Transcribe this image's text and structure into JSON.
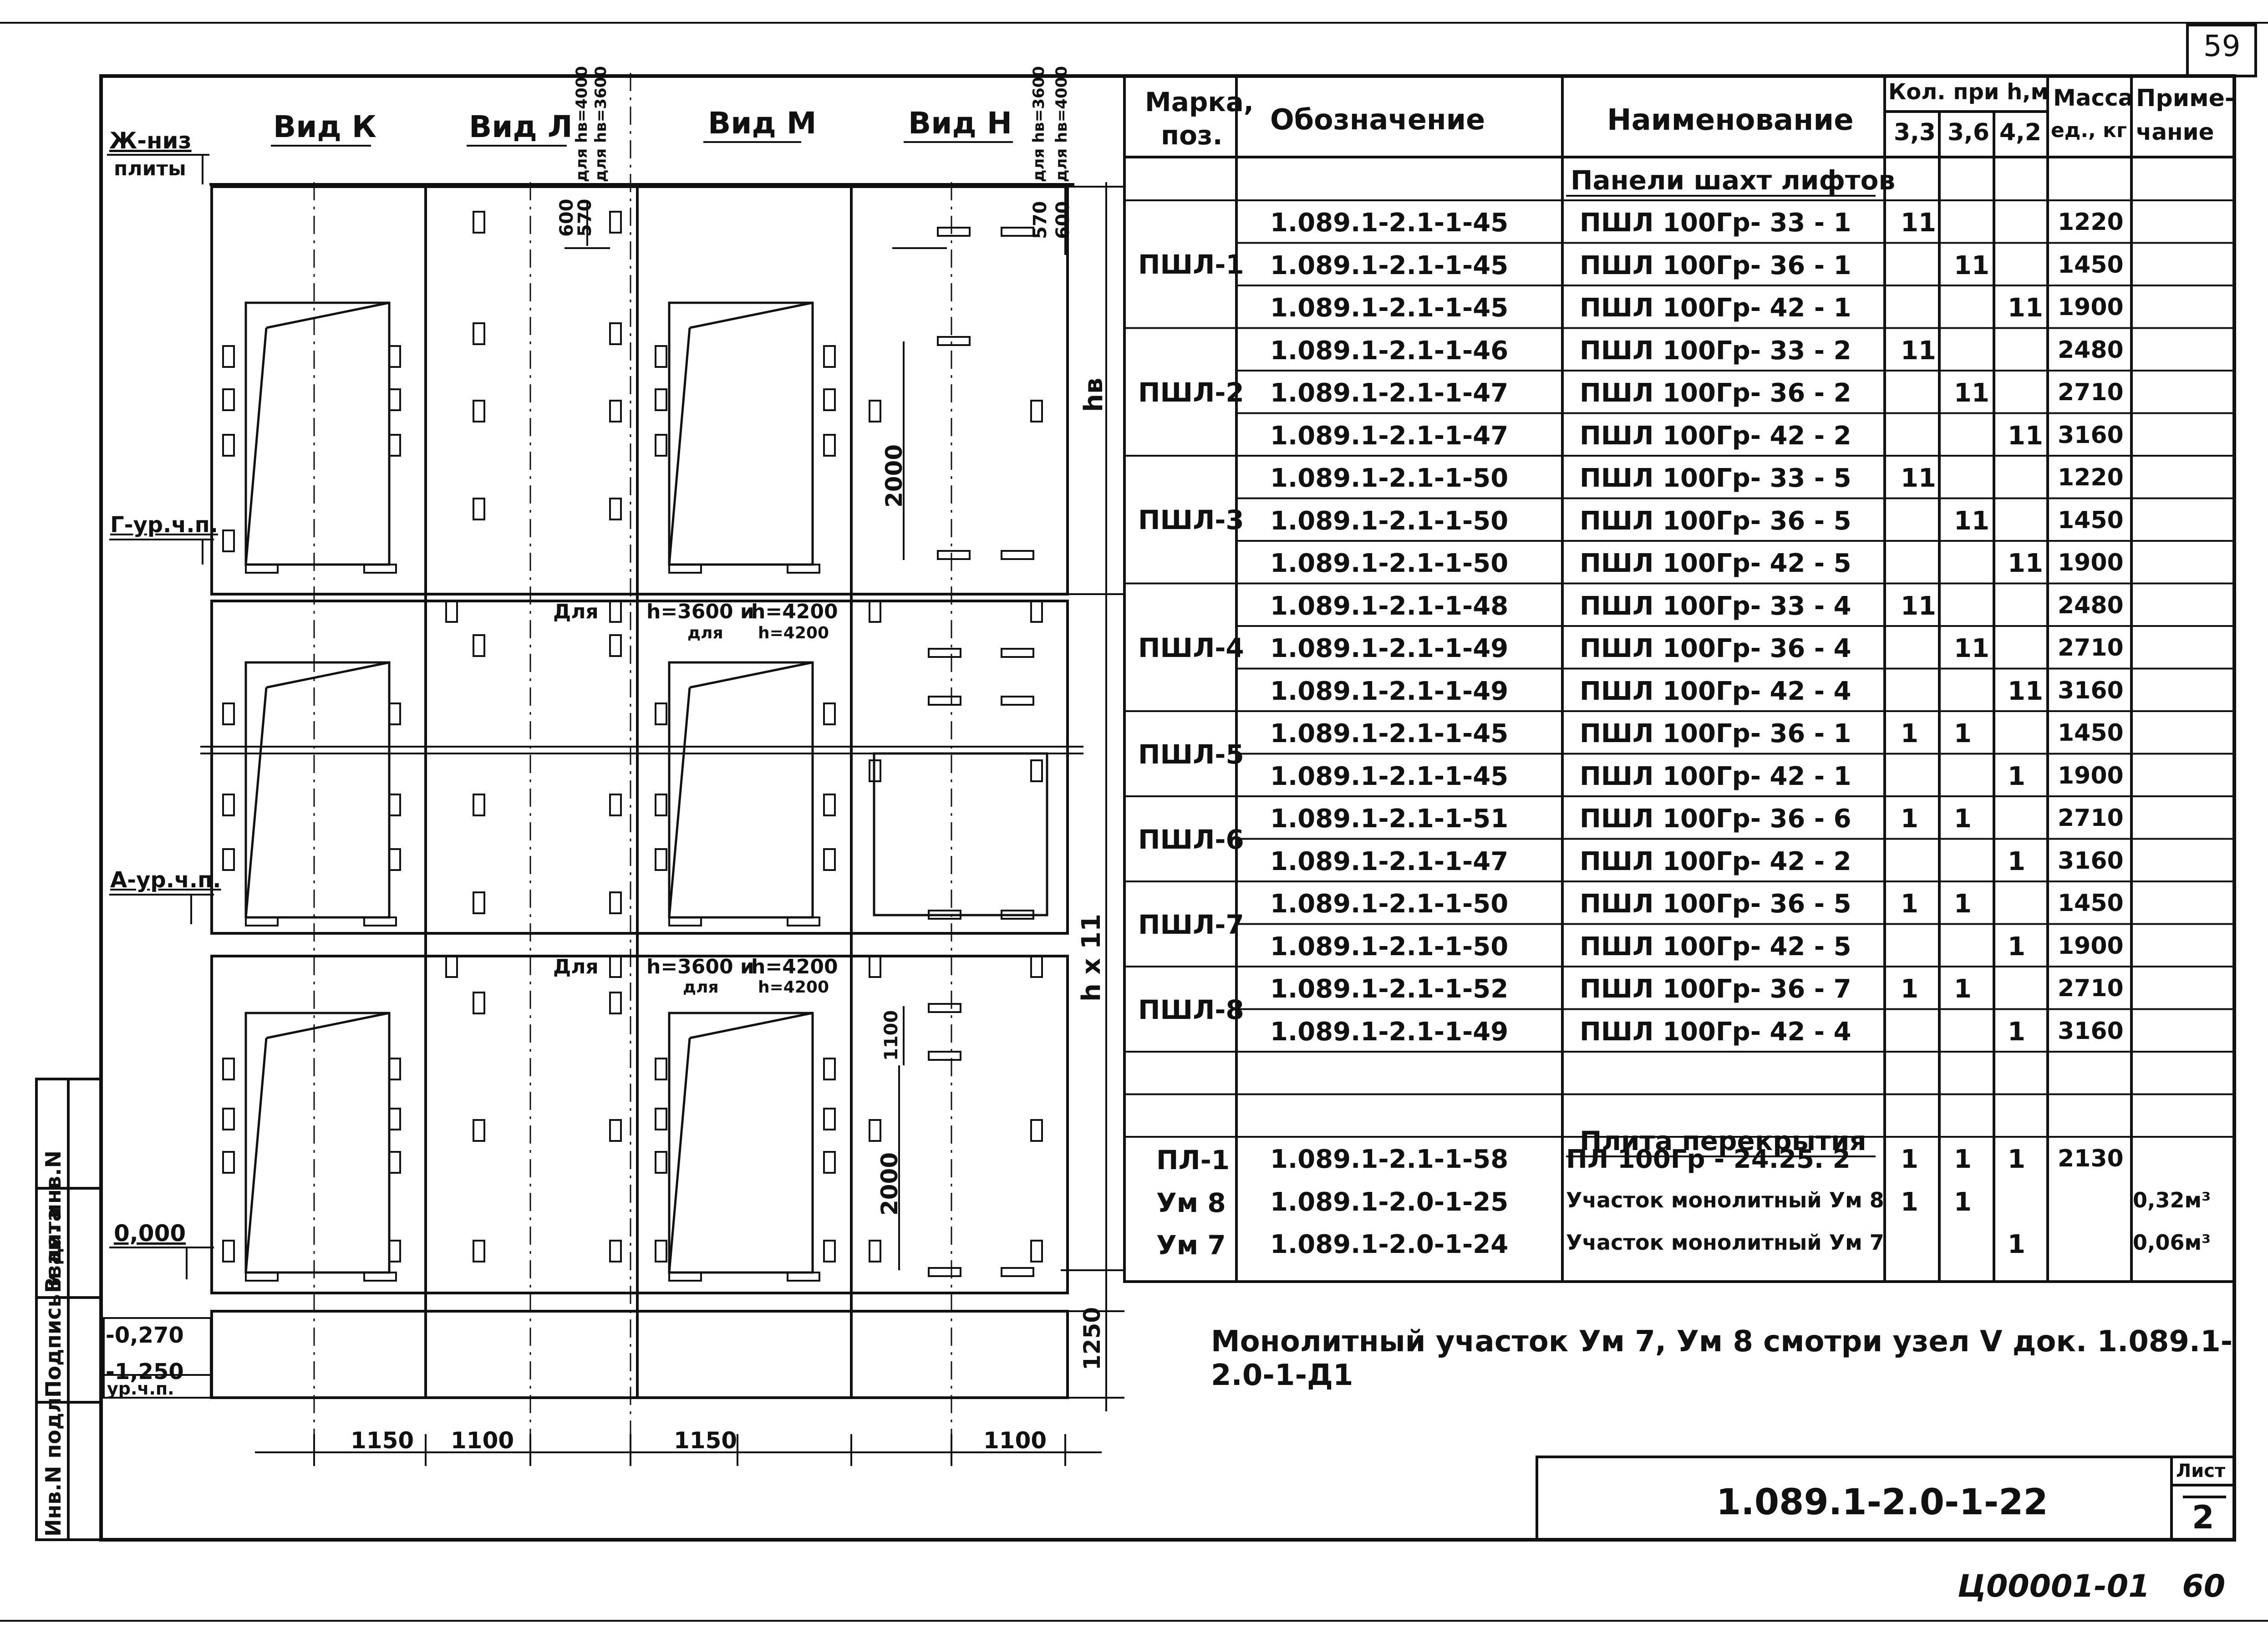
{
  "page_number": "59",
  "views": [
    "Вид К",
    "Вид Л",
    "Вид М",
    "Вид Н"
  ],
  "level_labels": {
    "bottom_of_slab": [
      "Ж-низ",
      "плиты"
    ],
    "g_level": "Г-ур.ч.п.",
    "a_level": "А-ур.ч.п.",
    "zero": "0,000",
    "minus_0270": "-0,270",
    "minus_1250": "-1,250",
    "finished_floor": "ур.ч.п."
  },
  "dims": {
    "d600": "600",
    "d570": "570",
    "hv4000": "для hв=4000",
    "hv3600": "для hв=3600",
    "hv": "hв",
    "d2000": "2000",
    "d1100": "1100",
    "hx11": "h x 11",
    "d1250": "1250",
    "bottom": [
      "1150",
      "1100",
      "1150",
      "1100"
    ]
  },
  "notes_in_drawing": {
    "for_label": "Для",
    "h3600": "h=3600 и",
    "h4200": "h=4200",
    "for_small": "для",
    "h4200_small": "h=4200"
  },
  "side_stamp": [
    "Инв.N подл.",
    "Подпись и дата",
    "Взам. инв.N"
  ],
  "table": {
    "headers": {
      "mark": [
        "Марка,",
        "поз."
      ],
      "designation": "Обозначение",
      "name": "Наименование",
      "qty": "Кол. при h,м",
      "qty_cols": [
        "3,3",
        "3,6",
        "4,2"
      ],
      "mass": [
        "Масса",
        "ед., кг"
      ],
      "note": [
        "Приме-",
        "чание"
      ]
    },
    "section1": "Панели шахт лифтов",
    "section2": "Плита перекрытия",
    "groups": [
      {
        "mark": "ПШЛ-1",
        "rows": [
          {
            "des": "1.089.1-2.1-1-45",
            "name": "ПШЛ 100Гр- 33 - 1",
            "q33": "11",
            "q36": "",
            "q42": "",
            "mass": "1220",
            "note": ""
          },
          {
            "des": "1.089.1-2.1-1-45",
            "name": "ПШЛ 100Гр- 36 - 1",
            "q33": "",
            "q36": "11",
            "q42": "",
            "mass": "1450",
            "note": ""
          },
          {
            "des": "1.089.1-2.1-1-45",
            "name": "ПШЛ 100Гр- 42 - 1",
            "q33": "",
            "q36": "",
            "q42": "11",
            "mass": "1900",
            "note": ""
          }
        ]
      },
      {
        "mark": "ПШЛ-2",
        "rows": [
          {
            "des": "1.089.1-2.1-1-46",
            "name": "ПШЛ 100Гр- 33 - 2",
            "q33": "11",
            "q36": "",
            "q42": "",
            "mass": "2480",
            "note": ""
          },
          {
            "des": "1.089.1-2.1-1-47",
            "name": "ПШЛ 100Гр- 36 - 2",
            "q33": "",
            "q36": "11",
            "q42": "",
            "mass": "2710",
            "note": ""
          },
          {
            "des": "1.089.1-2.1-1-47",
            "name": "ПШЛ 100Гр- 42 - 2",
            "q33": "",
            "q36": "",
            "q42": "11",
            "mass": "3160",
            "note": ""
          }
        ]
      },
      {
        "mark": "ПШЛ-3",
        "rows": [
          {
            "des": "1.089.1-2.1-1-50",
            "name": "ПШЛ 100Гр- 33 - 5",
            "q33": "11",
            "q36": "",
            "q42": "",
            "mass": "1220",
            "note": ""
          },
          {
            "des": "1.089.1-2.1-1-50",
            "name": "ПШЛ 100Гр- 36 - 5",
            "q33": "",
            "q36": "11",
            "q42": "",
            "mass": "1450",
            "note": ""
          },
          {
            "des": "1.089.1-2.1-1-50",
            "name": "ПШЛ 100Гр- 42 - 5",
            "q33": "",
            "q36": "",
            "q42": "11",
            "mass": "1900",
            "note": ""
          }
        ]
      },
      {
        "mark": "ПШЛ-4",
        "rows": [
          {
            "des": "1.089.1-2.1-1-48",
            "name": "ПШЛ 100Гр- 33 - 4",
            "q33": "11",
            "q36": "",
            "q42": "",
            "mass": "2480",
            "note": ""
          },
          {
            "des": "1.089.1-2.1-1-49",
            "name": "ПШЛ 100Гр- 36 - 4",
            "q33": "",
            "q36": "11",
            "q42": "",
            "mass": "2710",
            "note": ""
          },
          {
            "des": "1.089.1-2.1-1-49",
            "name": "ПШЛ 100Гр- 42 - 4",
            "q33": "",
            "q36": "",
            "q42": "11",
            "mass": "3160",
            "note": ""
          }
        ]
      },
      {
        "mark": "ПШЛ-5",
        "rows": [
          {
            "des": "1.089.1-2.1-1-45",
            "name": "ПШЛ 100Гр- 36 - 1",
            "q33": "1",
            "q36": "1",
            "q42": "",
            "mass": "1450",
            "note": ""
          },
          {
            "des": "1.089.1-2.1-1-45",
            "name": "ПШЛ 100Гр- 42 - 1",
            "q33": "",
            "q36": "",
            "q42": "1",
            "mass": "1900",
            "note": ""
          }
        ]
      },
      {
        "mark": "ПШЛ-6",
        "rows": [
          {
            "des": "1.089.1-2.1-1-51",
            "name": "ПШЛ 100Гр- 36 - 6",
            "q33": "1",
            "q36": "1",
            "q42": "",
            "mass": "2710",
            "note": ""
          },
          {
            "des": "1.089.1-2.1-1-47",
            "name": "ПШЛ 100Гр- 42 - 2",
            "q33": "",
            "q36": "",
            "q42": "1",
            "mass": "3160",
            "note": ""
          }
        ]
      },
      {
        "mark": "ПШЛ-7",
        "rows": [
          {
            "des": "1.089.1-2.1-1-50",
            "name": "ПШЛ 100Гр- 36 - 5",
            "q33": "1",
            "q36": "1",
            "q42": "",
            "mass": "1450",
            "note": ""
          },
          {
            "des": "1.089.1-2.1-1-50",
            "name": "ПШЛ 100Гр- 42 - 5",
            "q33": "",
            "q36": "",
            "q42": "1",
            "mass": "1900",
            "note": ""
          }
        ]
      },
      {
        "mark": "ПШЛ-8",
        "rows": [
          {
            "des": "1.089.1-2.1-1-52",
            "name": "ПШЛ 100Гр- 36 - 7",
            "q33": "1",
            "q36": "1",
            "q42": "",
            "mass": "2710",
            "note": ""
          },
          {
            "des": "1.089.1-2.1-1-49",
            "name": "ПШЛ 100Гр- 42 - 4",
            "q33": "",
            "q36": "",
            "q42": "1",
            "mass": "3160",
            "note": ""
          }
        ]
      }
    ],
    "tail": [
      {
        "mark": "ПЛ-1",
        "des": "1.089.1-2.1-1-58",
        "name": "ПЛ 100Гр - 24.25. 2",
        "q33": "1",
        "q36": "1",
        "q42": "1",
        "mass": "2130",
        "note": ""
      },
      {
        "mark": "Ум 8",
        "des": "1.089.1-2.0-1-25",
        "name": "Участок монолитный Ум 8",
        "q33": "1",
        "q36": "1",
        "q42": "",
        "mass": "",
        "note": "0,32м³"
      },
      {
        "mark": "Ум 7",
        "des": "1.089.1-2.0-1-24",
        "name": "Участок монолитный Ум 7",
        "q33": "",
        "q36": "",
        "q42": "1",
        "mass": "",
        "note": "0,06м³"
      }
    ]
  },
  "footnote": "Монолитный участок Ум 7, Ум 8 смотри узел V док. 1.089.1-2.0-1-Д1",
  "title_block": {
    "code": "1.089.1-2.0-1-22",
    "sheet_label": "Лист",
    "sheet_num": "2"
  },
  "bottom_code": "Ц00001-01   60"
}
